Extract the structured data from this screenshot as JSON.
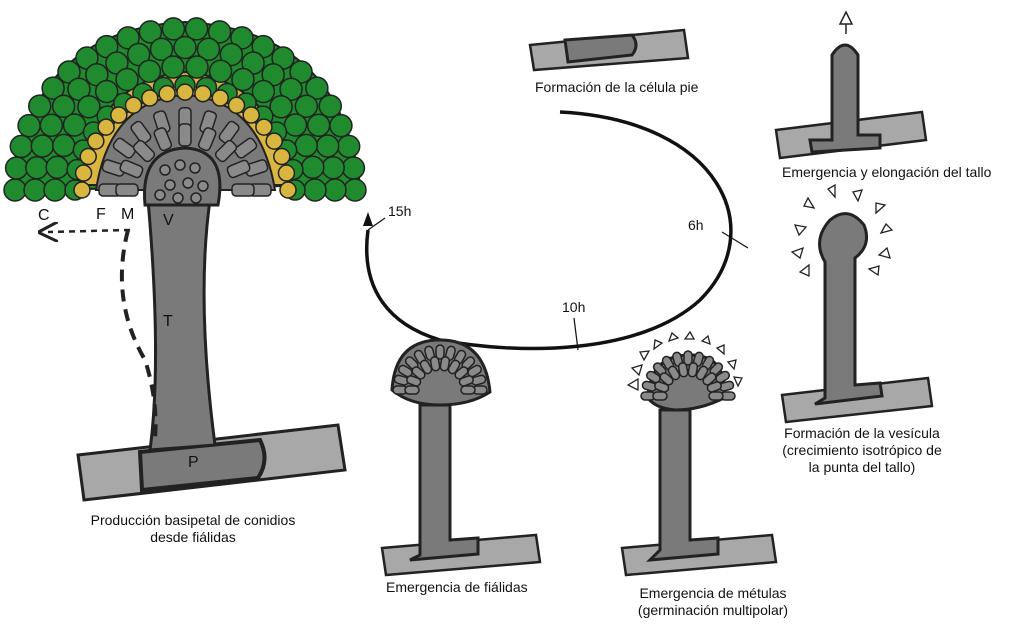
{
  "diagram": {
    "colors": {
      "hypha": "#a8a8a8",
      "cell": "#7a7a7a",
      "outline": "#222222",
      "conidia": "#1f8b2e",
      "phialide_yellow": "#d8b640",
      "background": "#ffffff"
    },
    "stages": {
      "foot_cell": {
        "caption": "Formación de la célula pie"
      },
      "stalk": {
        "caption": "Emergencia y elongación del tallo"
      },
      "vesicle": {
        "caption_lines": [
          "Formación de la vesícula",
          "(crecimiento isotrópico de",
          "la punta del tallo)"
        ]
      },
      "metulae": {
        "caption_lines": [
          "Emergencia de métulas",
          "(germinación multipolar)"
        ]
      },
      "phialides": {
        "caption": "Emergencia de fiálidas"
      },
      "conidia": {
        "caption_lines": [
          "Producción basipetal de conidios",
          "desde fiálidas"
        ]
      }
    },
    "cycle_times": [
      "6h",
      "10h",
      "15h"
    ],
    "labels": {
      "C": "C",
      "F": "F",
      "M": "M",
      "V": "V",
      "T": "T",
      "P": "P"
    }
  }
}
